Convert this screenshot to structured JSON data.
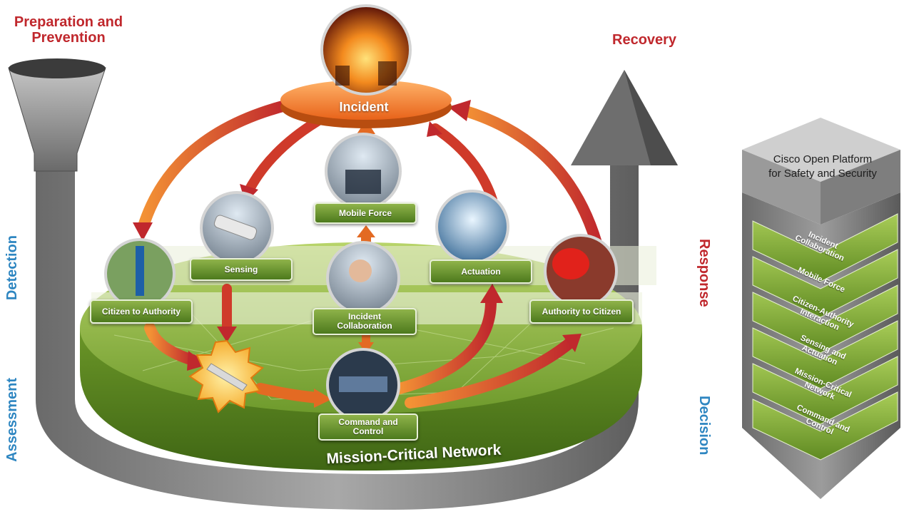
{
  "phases": {
    "preparation": "Preparation and\nPrevention",
    "recovery": "Recovery",
    "detection": "Detection",
    "assessment": "Assessment",
    "response": "Response",
    "decision": "Decision"
  },
  "center": {
    "incident": "Incident",
    "network": "Mission-Critical Network"
  },
  "nodes": {
    "mobile_force": "Mobile Force",
    "sensing": "Sensing",
    "actuation": "Actuation",
    "citizen_to_authority": "Citizen to Authority",
    "incident_collaboration": "Incident\nCollaboration",
    "authority_to_citizen": "Authority to Citizen",
    "command_and_control": "Command and\nControl"
  },
  "platform": {
    "title": "Cisco Open Platform\nfor Safety and Security",
    "layers": [
      "Incident\nCollaboration",
      "Mobile Force",
      "Citizen-Authority\nInteraction",
      "Sensing and\nActuation",
      "Mission-Critical\nNetwork",
      "Command and\nControl"
    ]
  },
  "colors": {
    "phase_red": "#c0282d",
    "phase_blue": "#2e86c1",
    "label_green": "#5f8a27",
    "arrow_red": "#c0282d",
    "arrow_orange": "#f08a30",
    "platform_green": "#7aa53a"
  },
  "icons": [
    "funnel-icon",
    "photo-incident-fire",
    "photo-incident-commander",
    "photo-security-camera",
    "photo-sprinkler",
    "photo-emergency-phone-pole",
    "photo-officer-radio",
    "photo-fire-alarm",
    "photo-operator-console"
  ]
}
